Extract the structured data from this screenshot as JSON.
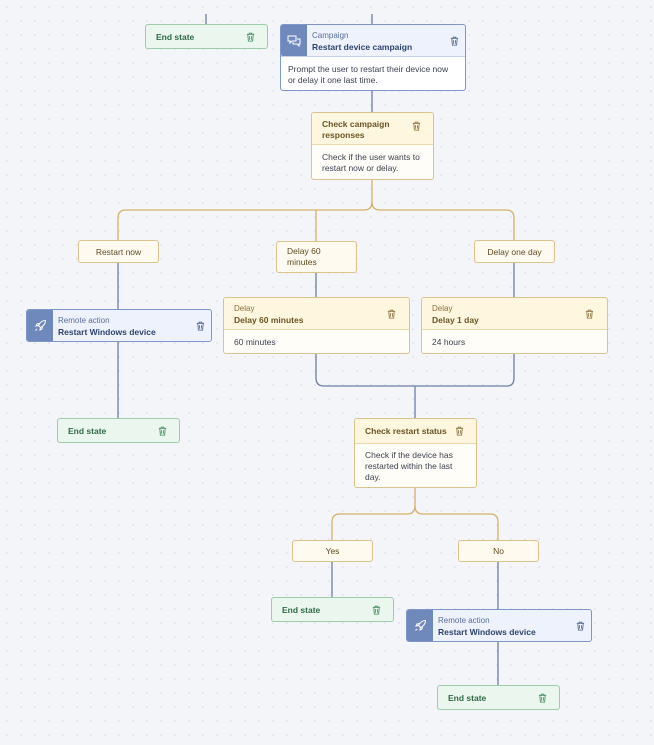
{
  "colors": {
    "blue_edge": "#6c7fa6",
    "yellow_edge": "#d6b06a",
    "end_green": "#2f6b45"
  },
  "icons": {
    "campaign": "chat-bubbles-icon",
    "remote": "rocket-icon",
    "delete": "trash-icon"
  },
  "end_state_label": "End state",
  "campaign": {
    "kind": "Campaign",
    "title": "Restart device campaign",
    "description": "Prompt the user to restart their device now or delay it one last time."
  },
  "check_responses": {
    "title": "Check campaign responses",
    "description": "Check if the user wants to restart now or delay."
  },
  "branches": {
    "restart_now": "Restart now",
    "delay_60": "Delay 60 minutes",
    "delay_day": "Delay one day"
  },
  "remote_action_1": {
    "kind": "Remote action",
    "title": "Restart Windows device"
  },
  "delay_60": {
    "kind": "Delay",
    "title": "Delay 60 minutes",
    "value": "60 minutes"
  },
  "delay_day": {
    "kind": "Delay",
    "title": "Delay 1 day",
    "value": "24 hours"
  },
  "check_restart": {
    "title": "Check restart status",
    "description": "Check if the device has restarted within the last day."
  },
  "answers": {
    "yes": "Yes",
    "no": "No"
  },
  "remote_action_2": {
    "kind": "Remote action",
    "title": "Restart Windows device"
  }
}
